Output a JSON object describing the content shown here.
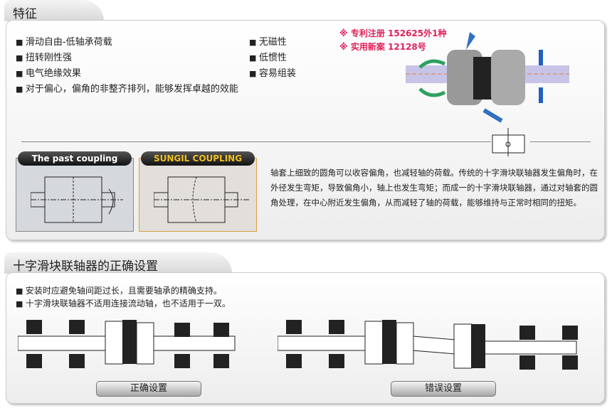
{
  "features": {
    "title": "特征",
    "items_left": [
      "滑动自由-低轴承荷载",
      "扭转刚性强",
      "电气绝缘效果",
      "对于偏心，偏角的非整齐排列，能够发挥卓越的效能"
    ],
    "items_right": [
      "无磁性",
      "低惯性",
      "容易组装"
    ],
    "patents": [
      "※ 专利注册 152625外1种",
      "※ 实用新案 12128号"
    ],
    "past_label": "The past coupling",
    "sungil_label": "SUNGIL COUPLING",
    "description": "轴套上细致的圆角可以收容偏角，也减轻轴的荷载。传统的十字滑块联轴器发生偏角时，在外径发生弯矩，导致偏角小，轴上也发生弯矩；而成一的十字滑块联轴器，通过对轴套的圆角处理，在中心附近发生偏角，从而减轻了轴的荷载，能够维持与正常时相同的扭矩。"
  },
  "install": {
    "title": "十字滑块联轴器的正确设置",
    "items": [
      "安装时应避免轴间距过长，且需要轴承的精确支持。",
      "十字滑块联轴器不适用连接流动轴，也不适用于一双。"
    ],
    "correct_label": "正确设置",
    "wrong_label": "错误设置"
  },
  "colors": {
    "patent": "#e0205a",
    "sungil": "#f0c020"
  }
}
